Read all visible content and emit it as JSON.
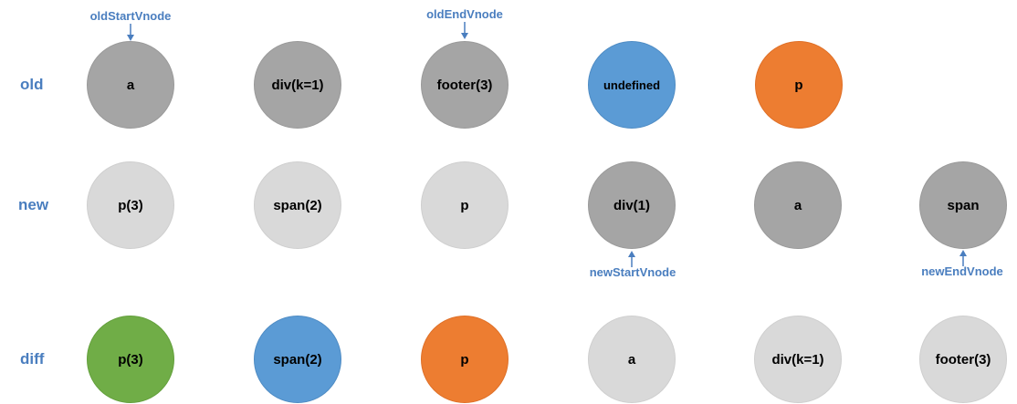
{
  "rows": {
    "old": {
      "label": "old",
      "nodes": [
        {
          "label": "a",
          "color": "dark"
        },
        {
          "label": "div(k=1)",
          "color": "dark"
        },
        {
          "label": "footer(3)",
          "color": "dark"
        },
        {
          "label": "undefined",
          "color": "blue"
        },
        {
          "label": "p",
          "color": "orange"
        }
      ]
    },
    "new": {
      "label": "new",
      "nodes": [
        {
          "label": "p(3)",
          "color": "light"
        },
        {
          "label": "span(2)",
          "color": "light"
        },
        {
          "label": "p",
          "color": "light"
        },
        {
          "label": "div(1)",
          "color": "dark"
        },
        {
          "label": "a",
          "color": "dark"
        },
        {
          "label": "span",
          "color": "dark"
        }
      ]
    },
    "diff": {
      "label": "diff",
      "nodes": [
        {
          "label": "p(3)",
          "color": "green"
        },
        {
          "label": "span(2)",
          "color": "blue"
        },
        {
          "label": "p",
          "color": "orange"
        },
        {
          "label": "a",
          "color": "light"
        },
        {
          "label": "div(k=1)",
          "color": "light"
        },
        {
          "label": "footer(3)",
          "color": "light"
        }
      ]
    }
  },
  "pointers": {
    "oldStart": {
      "label": "oldStartVnode"
    },
    "oldEnd": {
      "label": "oldEndVnode"
    },
    "newStart": {
      "label": "newStartVnode"
    },
    "newEnd": {
      "label": "newEndVnode"
    }
  },
  "colors": {
    "dark": "#a5a5a5",
    "light": "#d9d9d9",
    "blue": "#5b9bd5",
    "orange": "#ed7d31",
    "green": "#70ad47",
    "accent": "#4a7ebf"
  }
}
